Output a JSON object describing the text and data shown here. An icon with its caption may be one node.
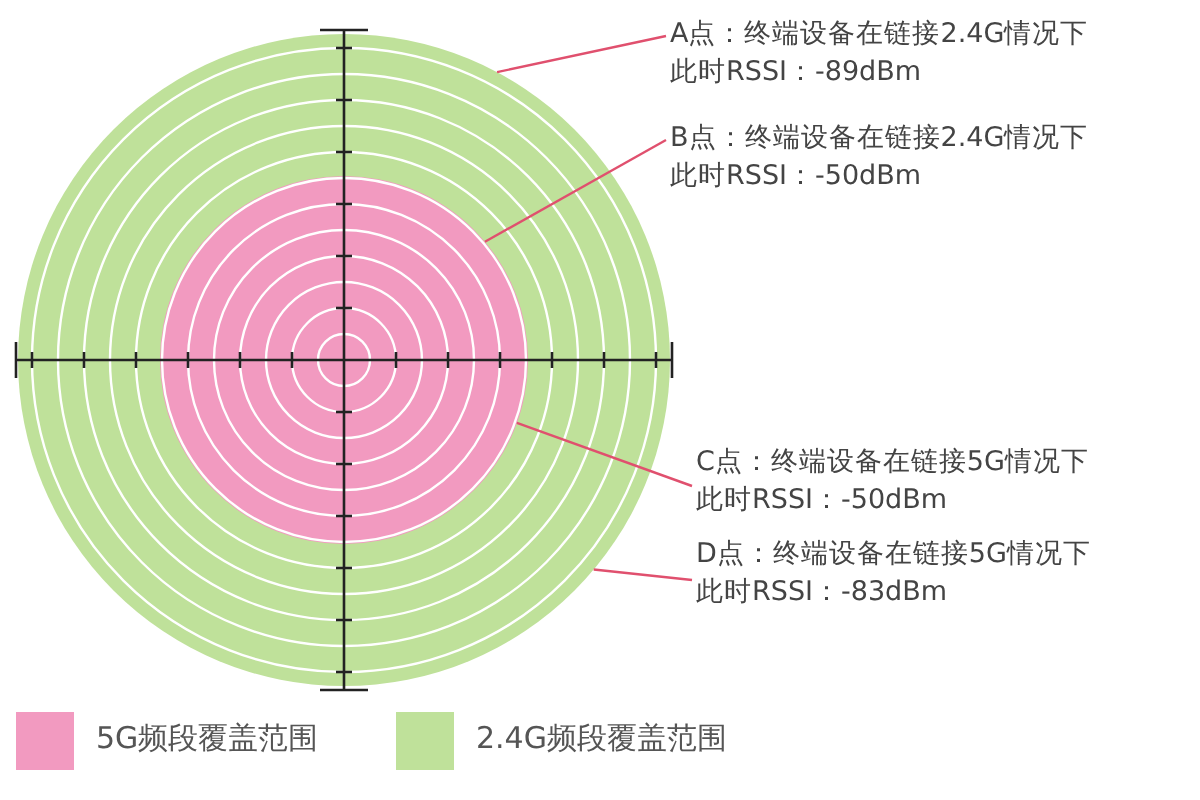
{
  "diagram": {
    "nodes": [
      {
        "text": [],
        "shape": "circle"
      },
      {
        "text": [],
        "shape": "circle",
        "in": 0
      },
      {
        "text": [
          "A点：终端设备在链接2.4G情况下",
          "此时RSSI：-89dBm"
        ]
      },
      {
        "text": [
          "B点：终端设备在链接2.4G情况下",
          "此时RSSI：-50dBm"
        ]
      },
      {
        "text": [
          "C点：终端设备在链接5G情况下",
          "此时RSSI：-50dBm"
        ]
      },
      {
        "text": [
          "D点：终端设备在链接5G情况下",
          "此时RSSI：-83dBm"
        ]
      }
    ],
    "edges": [
      {
        "from": 2,
        "to": 0,
        "arrow": "none"
      },
      {
        "from": 3,
        "to": 1,
        "arrow": "none"
      },
      {
        "from": 4,
        "to": 1,
        "arrow": "none"
      },
      {
        "from": 5,
        "to": 0,
        "arrow": "none"
      }
    ],
    "legend": [
      {
        "text": "5G频段覆盖范围",
        "color": "#f29ac0"
      },
      {
        "text": "2.4G频段覆盖范围",
        "color": "#bfe19a"
      }
    ]
  }
}
